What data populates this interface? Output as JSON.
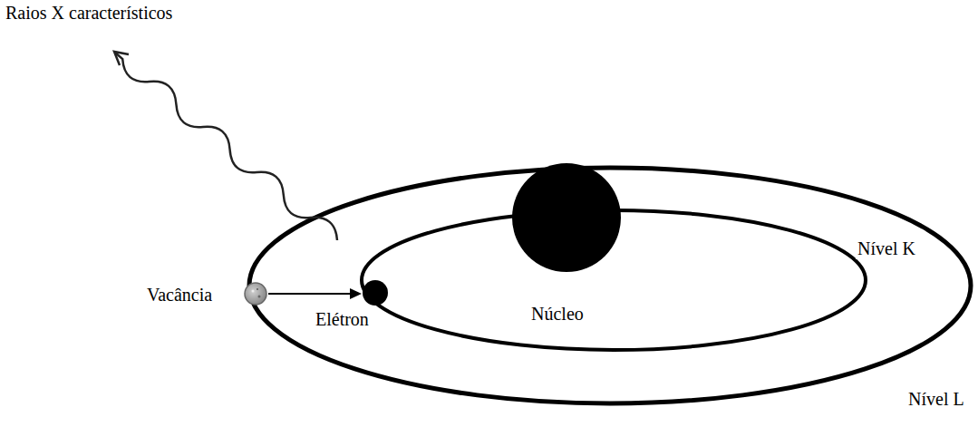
{
  "diagram": {
    "labels": [
      "Raios X característicos",
      "Vacância",
      "Elétron",
      "Núcleo",
      "Nível K",
      "Nível L"
    ]
  }
}
